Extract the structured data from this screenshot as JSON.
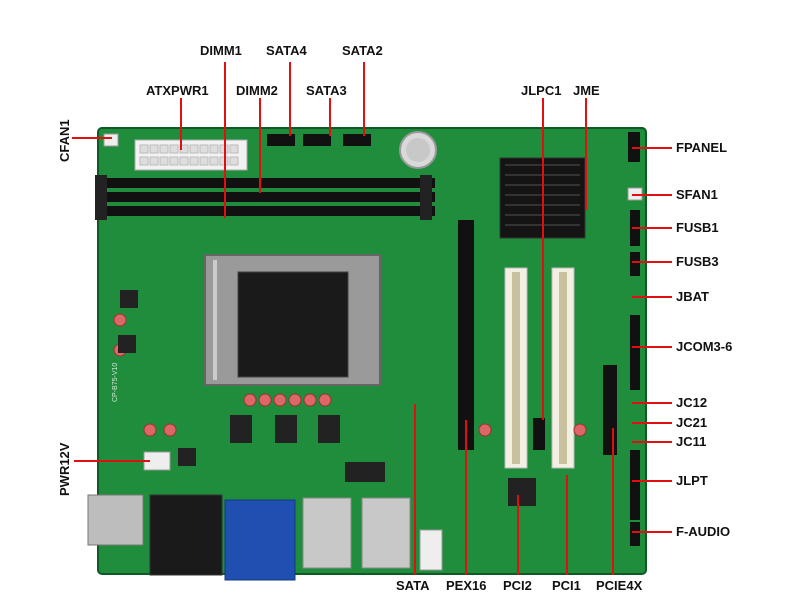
{
  "labels": {
    "dimm1": "DIMM1",
    "sata4": "SATA4",
    "sata2": "SATA2",
    "atxpwr1": "ATXPWR1",
    "dimm2": "DIMM2",
    "sata3": "SATA3",
    "jlpc1": "JLPC1",
    "jme": "JME",
    "cfan1": "CFAN1",
    "fpanel": "FPANEL",
    "sfan1": "SFAN1",
    "fusb1": "FUSB1",
    "fusb3": "FUSB3",
    "jbat": "JBAT",
    "jcom36": "JCOM3-6",
    "jc12": "JC12",
    "jc21": "JC21",
    "jc11": "JC11",
    "pwr12v": "PWR12V",
    "jlpt": "JLPT",
    "faudio": "F-AUDIO",
    "sata": "SATA",
    "pex16": "PEX16",
    "pci2": "PCI2",
    "pci1": "PCI1",
    "pcie4x": "PCIE4X"
  },
  "board_print": {
    "model": "CP-B75-V10"
  },
  "colors": {
    "pcb": "#1f8a3a",
    "pcb_dark": "#157030",
    "leader": "#e01010",
    "text": "#111111"
  }
}
